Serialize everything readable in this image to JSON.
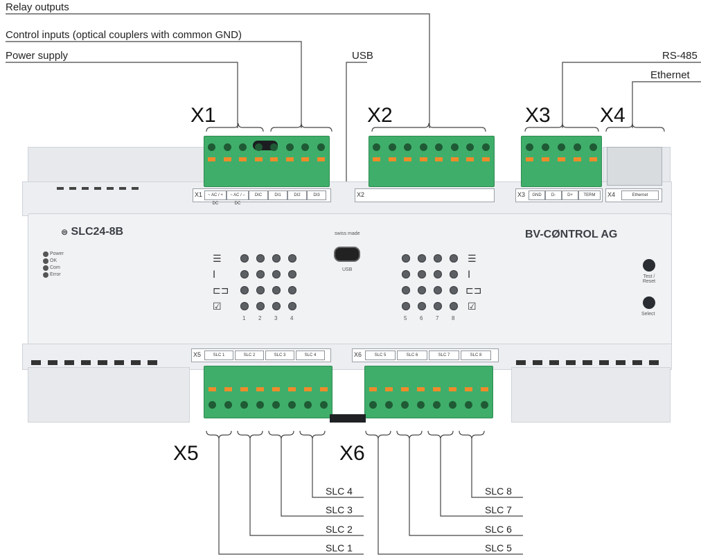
{
  "callouts": {
    "relay_outputs": "Relay outputs",
    "control_inputs": "Control inputs (optical couplers with common GND)",
    "power_supply": "Power supply",
    "usb": "USB",
    "rs485": "RS-485",
    "ethernet": "Ethernet"
  },
  "connectors": {
    "x1": "X1",
    "x2": "X2",
    "x3": "X3",
    "x4": "X4",
    "x5": "X5",
    "x6": "X6"
  },
  "device": {
    "model": "SLC24-8B",
    "brand": "BV-CØNTROL AG",
    "swiss_made": "swiss made",
    "usb_small": "USB",
    "status_leds": [
      "Power",
      "OK",
      "Com",
      "Error"
    ],
    "test_reset": "Test / Reset",
    "select": "Select",
    "channels_left": [
      "1",
      "2",
      "3",
      "4"
    ],
    "channels_right": [
      "5",
      "6",
      "7",
      "8"
    ]
  },
  "top_strip": {
    "x1_tag": "X1",
    "x1_cells": [
      "~ AC / + DC",
      "~ AC / – DC",
      "DIC",
      "DI1",
      "DI2",
      "DI3"
    ],
    "x2_tag": "X2",
    "x3_tag": "X3",
    "x3_cells": [
      "GND",
      "D-",
      "D+",
      "TERM"
    ],
    "x4_tag": "X4",
    "x4_cells": [
      "Ethernet"
    ]
  },
  "bottom_strip": {
    "x5_tag": "X5",
    "x5_cells": [
      "SLC 1",
      "SLC 2",
      "SLC 3",
      "SLC 4"
    ],
    "x6_tag": "X6",
    "x6_cells": [
      "SLC 5",
      "SLC 6",
      "SLC 7",
      "SLC 8"
    ]
  },
  "slc_callouts": {
    "slc1": "SLC 1",
    "slc2": "SLC 2",
    "slc3": "SLC 3",
    "slc4": "SLC 4",
    "slc5": "SLC 5",
    "slc6": "SLC 6",
    "slc7": "SLC 7",
    "slc8": "SLC 8"
  }
}
